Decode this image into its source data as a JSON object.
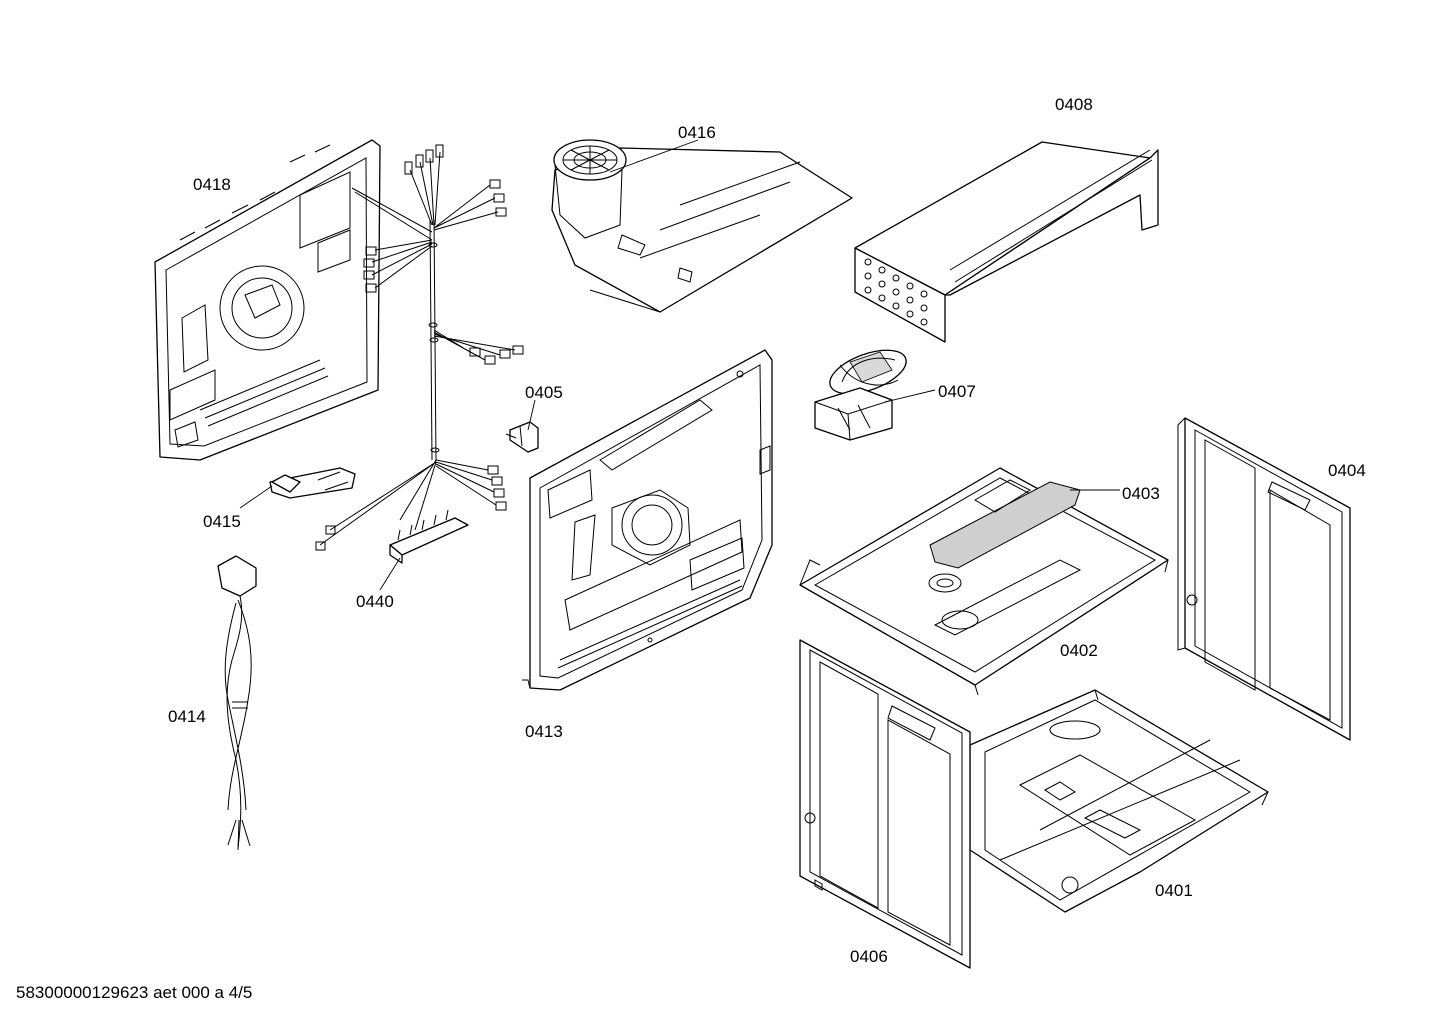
{
  "diagram": {
    "parts": [
      {
        "id": "0418"
      },
      {
        "id": "0416"
      },
      {
        "id": "0408"
      },
      {
        "id": "0405"
      },
      {
        "id": "0407"
      },
      {
        "id": "0403"
      },
      {
        "id": "0404"
      },
      {
        "id": "0415"
      },
      {
        "id": "0440"
      },
      {
        "id": "0402"
      },
      {
        "id": "0414"
      },
      {
        "id": "0413"
      },
      {
        "id": "0401"
      },
      {
        "id": "0406"
      }
    ],
    "footer": "58300000129623 aet 000 a 4/5"
  }
}
